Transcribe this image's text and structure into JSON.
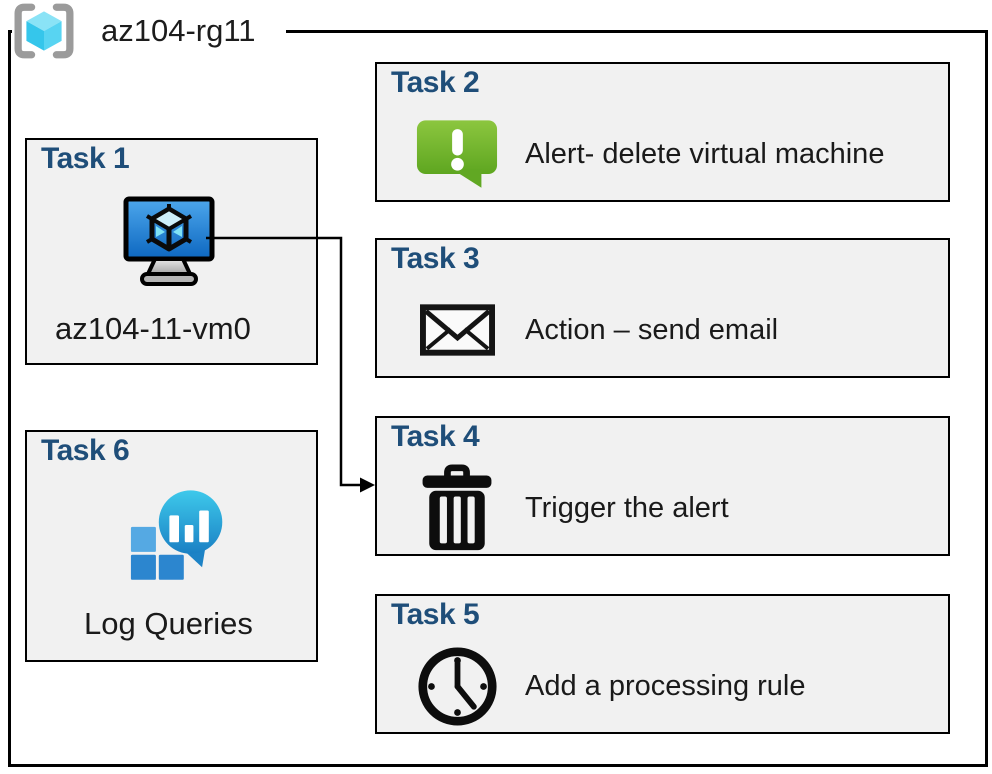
{
  "resource_group": {
    "name": "az104-rg11",
    "icon": "resource-group-icon"
  },
  "tasks": [
    {
      "title": "Task 1",
      "label": "az104-11-vm0",
      "icon": "virtual-machine-icon"
    },
    {
      "title": "Task 2",
      "label": "Alert- delete virtual machine",
      "icon": "alert-icon"
    },
    {
      "title": "Task 3",
      "label": "Action – send email",
      "icon": "email-icon"
    },
    {
      "title": "Task 4",
      "label": "Trigger the alert",
      "icon": "trash-icon"
    },
    {
      "title": "Task 5",
      "label": "Add a processing rule",
      "icon": "clock-icon"
    },
    {
      "title": "Task 6",
      "label": "Log Queries",
      "icon": "log-analytics-icon"
    }
  ],
  "connector": {
    "from": "Task 1",
    "to": "Task 4"
  },
  "colors": {
    "task_title": "#1F4E79",
    "box_fill": "#F1F1F1",
    "border": "#000000",
    "alert_green_top": "#8CC63F",
    "alert_green_bottom": "#5EA620",
    "vm_screen_top": "#4DA7EC",
    "vm_screen_bottom": "#0D67C0",
    "log_bubble_top": "#3EC9EB",
    "log_bubble_bottom": "#1A80C4",
    "log_square_light": "#55A9E3",
    "log_square_dark": "#2C86CF",
    "rg_cube_top": "#8AE3F6",
    "rg_cube_left": "#35C6EB",
    "rg_cube_right": "#58D4F2",
    "rg_bracket": "#9B9B9B"
  }
}
